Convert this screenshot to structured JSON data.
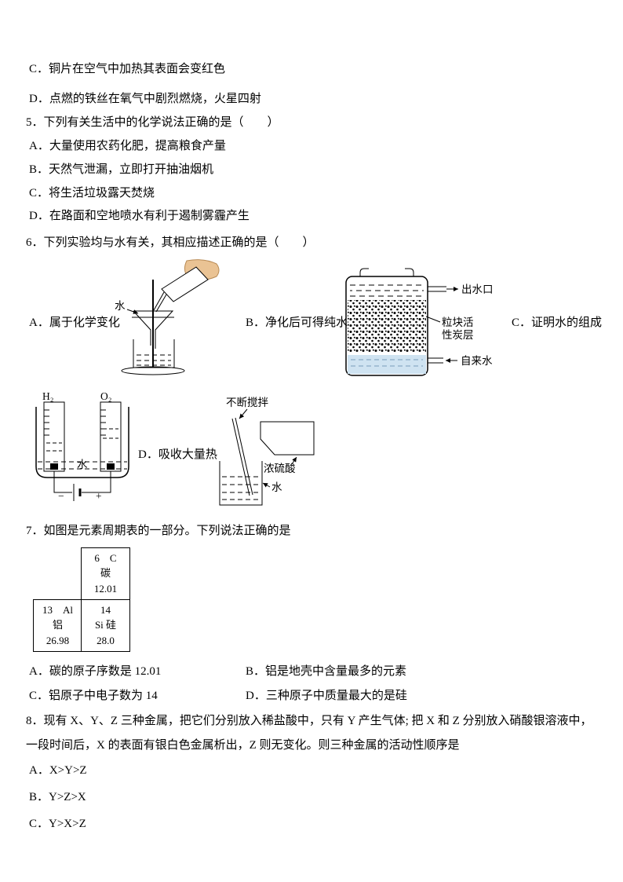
{
  "prev": [
    "C．铜片在空气中加热其表面会变红色",
    "D．点燃的铁丝在氧气中剧烈燃烧，火星四射"
  ],
  "q5": {
    "stem": "5．下列有关生活中的化学说法正确的是（　　）",
    "options": [
      "A．大量使用农药化肥，提高粮食产量",
      "B．天然气泄漏，立即打开抽油烟机",
      "C．将生活垃圾露天焚烧",
      "D．在路面和空地喷水有利于遏制雾霾产生"
    ]
  },
  "q6": {
    "stem": "6．下列实验均与水有关，其相应描述正确的是（　　）",
    "fig_a": "A．属于化学变化",
    "fig_b": "B．净化后可得纯水",
    "fig_c": "C．证明水的组成",
    "fig_d": "D．吸收大量热",
    "labels": {
      "water1": "水",
      "outlet": "出水口",
      "carbon1": "粒块活",
      "carbon2": "性炭层",
      "tap": "自来水",
      "h2": "H₂",
      "o2": "O₂",
      "water2": "水",
      "minus": "−",
      "plus": "+",
      "stir": "不断搅拌",
      "acid": "浓硫酸",
      "water3": "水"
    }
  },
  "q7": {
    "stem": "7．如图是元素周期表的一部分。下列说法正确的是",
    "table": {
      "carbon": {
        "line1": "6　C",
        "line2": "碳",
        "line3": "12.01"
      },
      "aluminum": {
        "line1": "13　Al",
        "line2": "铝",
        "line3": "26.98"
      },
      "silicon": {
        "line1": "14",
        "line2": "Si 硅",
        "line3": "28.0"
      }
    },
    "options": [
      "A．碳的原子序数是 12.01",
      "B．铝是地壳中含量最多的元素",
      "C．铝原子中电子数为 14",
      "D．三种原子中质量最大的是硅"
    ]
  },
  "q8": {
    "stem": "8．现有 X、Y、Z 三种金属，把它们分别放入稀盐酸中，只有 Y 产生气体; 把 X 和 Z 分别放入硝酸银溶液中，一段时间后，X 的表面有银白色金属析出，Z 则无变化。则三种金属的活动性顺序是",
    "options": [
      "A．X>Y>Z",
      "B．Y>Z>X",
      "C．Y>X>Z"
    ]
  }
}
